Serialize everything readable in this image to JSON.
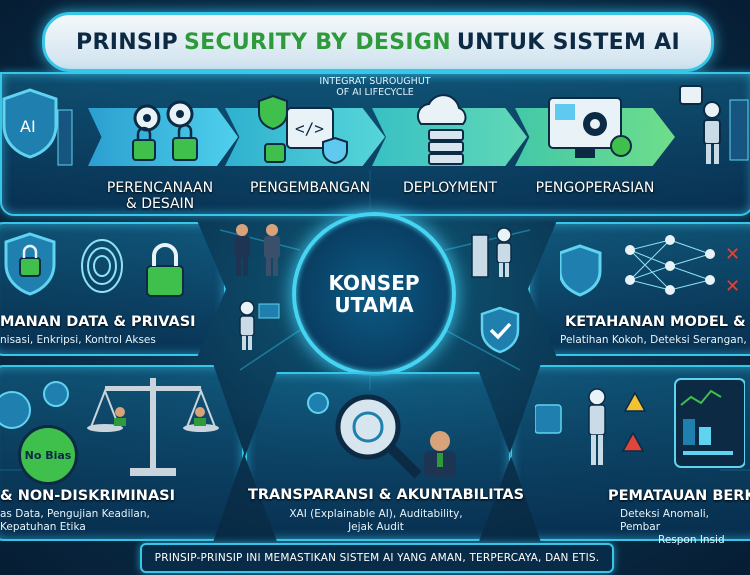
{
  "header": {
    "title_part1": "PRINSIP ",
    "title_highlight": "SECURITY BY DESIGN",
    "title_part2": " UNTUK SISTEM AI"
  },
  "lifecycle": {
    "caption_line1": "INTEGRAT SUROUGHUT",
    "caption_line2": "OF AI LIFECYCLE",
    "stages": [
      {
        "label_line1": "PERENCANAAN",
        "label_line2": "& DESAIN"
      },
      {
        "label_line1": "PENGEMBANGAN",
        "label_line2": ""
      },
      {
        "label_line1": "DEPLOYMENT",
        "label_line2": ""
      },
      {
        "label_line1": "PENGOPERASIAN",
        "label_line2": ""
      }
    ]
  },
  "center": {
    "line1": "KONSEP",
    "line2": "UTAMA"
  },
  "pillars": {
    "data_privacy": {
      "title": "MANAN DATA & PRIVASI",
      "bullets": "nisasi, Enkripsi, Kontrol Akses"
    },
    "robustness": {
      "title": "KETAHANAN MODEL & ADV",
      "bullets": "Pelatihan Kokoh, Deteksi Serangan, Peng"
    },
    "fairness": {
      "title": "& NON-DISKRIMINASI",
      "bullets_line1": "as Data, Pengujian Keadilan,",
      "bullets_line2": "Kepatuhan Etika",
      "badge": "No Bias"
    },
    "transparency": {
      "title": "TRANSPARANSI & AKUNTABILITAS",
      "bullets_line1": "XAI (Explainable AI), Auditability,",
      "bullets_line2": "Jejak Audit"
    },
    "monitoring": {
      "title": "PEMATAUAN BERKE",
      "bullets_line1": "Deteksi Anomali, Pembar",
      "bullets_line2": "Respon Insid"
    }
  },
  "footer": {
    "text": "PRINSIP-PRINSIP INI MEMASTIKAN SISTEM AI YANG AMAN, TERPERCAYA, DAN ETIS."
  },
  "colors": {
    "accent": "#36c6e8",
    "green": "#2f9a3a",
    "navy": "#0a3350"
  }
}
